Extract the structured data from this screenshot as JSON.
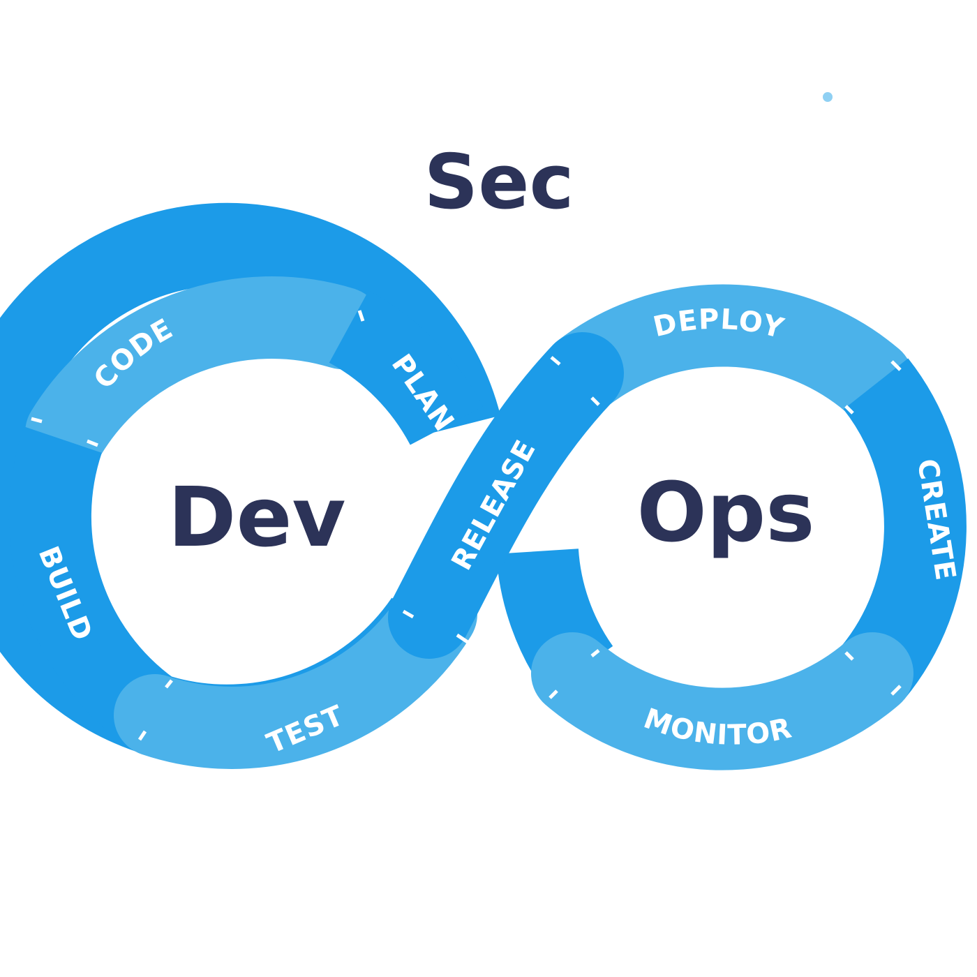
{
  "diagram": {
    "top_word": "Sec",
    "left_word": "Dev",
    "right_word": "Ops",
    "stages": {
      "code": "CODE",
      "plan": "PLAN",
      "build": "BUILD",
      "test": "TEST",
      "release": "RELEASE",
      "deploy": "DEPLOY",
      "create": "CREATE",
      "monitor": "MONITOR"
    },
    "colors": {
      "light_segment": "#4bb2ea",
      "dark_segment": "#1c9be8",
      "word_text": "#2c3358",
      "label_text": "#ffffff",
      "accent_dot": "#8fd0f3"
    }
  }
}
